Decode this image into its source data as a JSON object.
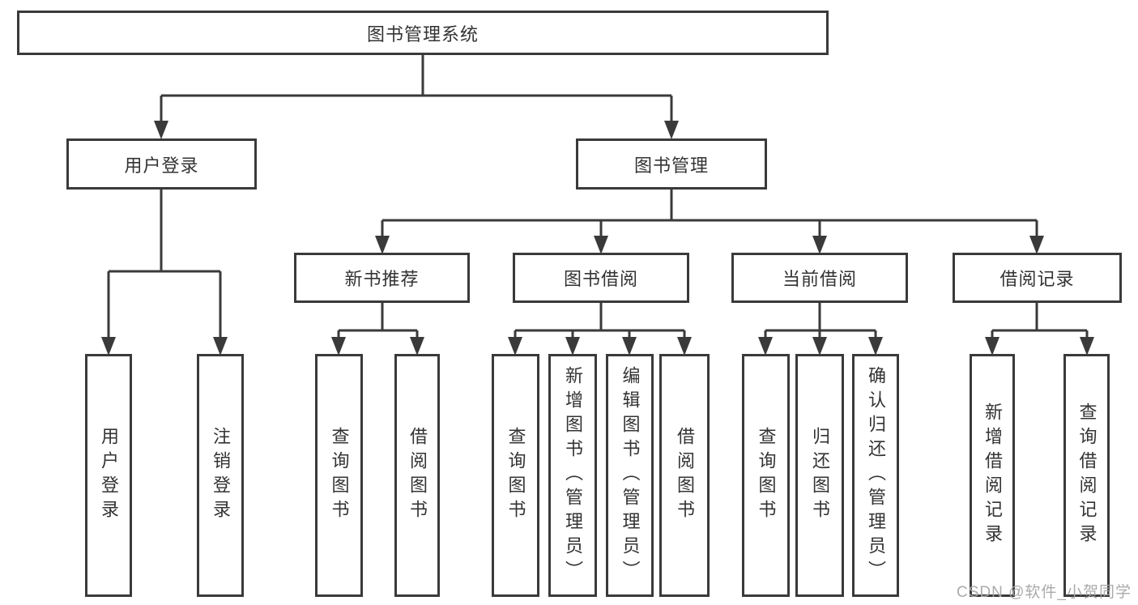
{
  "tree": {
    "label": "图书管理系统",
    "children": [
      {
        "label": "用户登录",
        "children": [
          {
            "label": "用户登录"
          },
          {
            "label": "注销登录"
          }
        ]
      },
      {
        "label": "图书管理",
        "children": [
          {
            "label": "新书推荐",
            "children": [
              {
                "label": "查询图书"
              },
              {
                "label": "借阅图书"
              }
            ]
          },
          {
            "label": "图书借阅",
            "children": [
              {
                "label": "查询图书"
              },
              {
                "label": "新增图书（管理员）"
              },
              {
                "label": "编辑图书（管理员）"
              },
              {
                "label": "借阅图书"
              }
            ]
          },
          {
            "label": "当前借阅",
            "children": [
              {
                "label": "查询图书"
              },
              {
                "label": "归还图书"
              },
              {
                "label": "确认归还（管理员）"
              }
            ]
          },
          {
            "label": "借阅记录",
            "children": [
              {
                "label": "新增借阅记录"
              },
              {
                "label": "查询借阅记录"
              }
            ]
          }
        ]
      }
    ]
  },
  "watermark": "CSDN @软件_小贺同学",
  "colors": {
    "line": "#3a3a3a",
    "text": "#333333",
    "box_background": "#ffffff",
    "watermark": "#a5a5a5"
  }
}
